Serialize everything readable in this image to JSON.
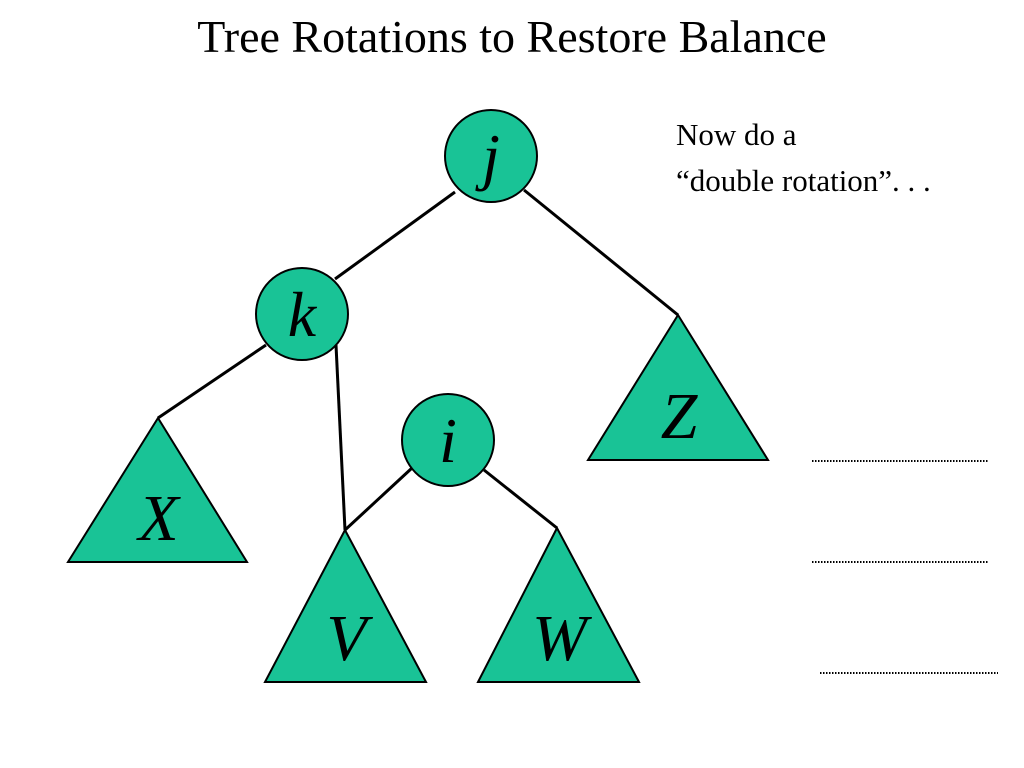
{
  "title": "Tree Rotations to Restore Balance",
  "note": {
    "line1": "Now do a",
    "line2": "“double rotation”. . ."
  },
  "colors": {
    "node_fill": "#19c396",
    "stroke": "#000000",
    "background": "#ffffff"
  },
  "nodes": [
    {
      "id": "j",
      "label": "j"
    },
    {
      "id": "k",
      "label": "k"
    },
    {
      "id": "i",
      "label": "i"
    }
  ],
  "subtrees": [
    {
      "id": "X",
      "label": "X"
    },
    {
      "id": "V",
      "label": "V"
    },
    {
      "id": "W",
      "label": "W"
    },
    {
      "id": "Z",
      "label": "Z"
    }
  ],
  "edges": [
    {
      "from": "j",
      "to": "k"
    },
    {
      "from": "j",
      "to": "Z"
    },
    {
      "from": "k",
      "to": "X"
    },
    {
      "from": "k",
      "to": "V"
    },
    {
      "from": "i",
      "to": "V"
    },
    {
      "from": "i",
      "to": "W"
    }
  ],
  "placeholder_lines": 3
}
